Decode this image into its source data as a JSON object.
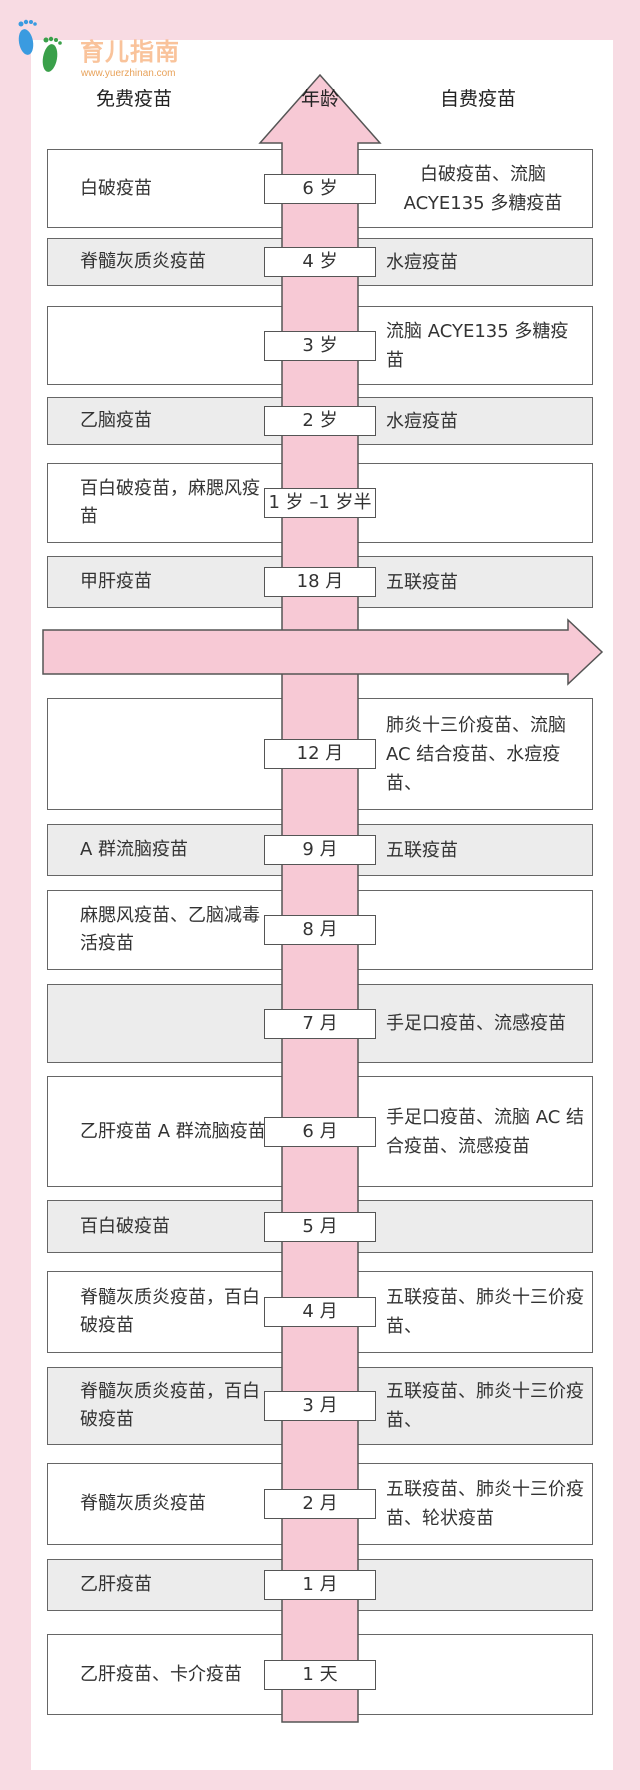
{
  "logo": {
    "title": "育儿指南",
    "url": "www.yuerzhinan.com",
    "icon": "footprints-icon"
  },
  "header": {
    "free": "免费疫苗",
    "age": "年龄",
    "paid": "自费疫苗"
  },
  "colors": {
    "background": "#f8dbe3",
    "arrow": "#f7c9d5",
    "gray_row": "#ececec"
  },
  "rows": [
    {
      "age": "6 岁",
      "free": "白破疫苗",
      "paid": "白破疫苗、流脑 ACYE135 多糖疫苗",
      "shade": "white"
    },
    {
      "age": "4 岁",
      "free": "脊髓灰质炎疫苗",
      "paid": "水痘疫苗",
      "shade": "gray"
    },
    {
      "age": "3 岁",
      "free": "",
      "paid": "流脑 ACYE135 多糖疫苗",
      "shade": "white"
    },
    {
      "age": "2 岁",
      "free": "乙脑疫苗",
      "paid": "水痘疫苗",
      "shade": "gray"
    },
    {
      "age": "1 岁 –1 岁半",
      "free": "百白破疫苗，麻腮风疫苗",
      "paid": "",
      "shade": "white"
    },
    {
      "age": "18 月",
      "free": "甲肝疫苗",
      "paid": "五联疫苗",
      "shade": "gray"
    },
    {
      "age": "12 月",
      "free": "",
      "paid": "肺炎十三价疫苗、流脑 AC 结合疫苗、水痘疫苗、",
      "shade": "white"
    },
    {
      "age": "9 月",
      "free": "A 群流脑疫苗",
      "paid": "五联疫苗",
      "shade": "gray"
    },
    {
      "age": "8 月",
      "free": "麻腮风疫苗、乙脑减毒活疫苗",
      "paid": "",
      "shade": "white"
    },
    {
      "age": "7 月",
      "free": "",
      "paid": "手足口疫苗、流感疫苗",
      "shade": "gray"
    },
    {
      "age": "6 月",
      "free": "乙肝疫苗 A 群流脑疫苗",
      "paid": "手足口疫苗、流脑 AC 结合疫苗、流感疫苗",
      "shade": "white"
    },
    {
      "age": "5 月",
      "free": "百白破疫苗",
      "paid": "",
      "shade": "gray"
    },
    {
      "age": "4 月",
      "free": "脊髓灰质炎疫苗，百白破疫苗",
      "paid": "五联疫苗、肺炎十三价疫苗、",
      "shade": "white"
    },
    {
      "age": "3 月",
      "free": "脊髓灰质炎疫苗，百白破疫苗",
      "paid": "五联疫苗、肺炎十三价疫苗、",
      "shade": "gray"
    },
    {
      "age": "2 月",
      "free": "脊髓灰质炎疫苗",
      "paid": "五联疫苗、肺炎十三价疫苗、轮状疫苗",
      "shade": "white"
    },
    {
      "age": "1 月",
      "free": "乙肝疫苗",
      "paid": "",
      "shade": "gray"
    },
    {
      "age": "1 天",
      "free": "乙肝疫苗、卡介疫苗",
      "paid": "",
      "shade": "white"
    }
  ]
}
